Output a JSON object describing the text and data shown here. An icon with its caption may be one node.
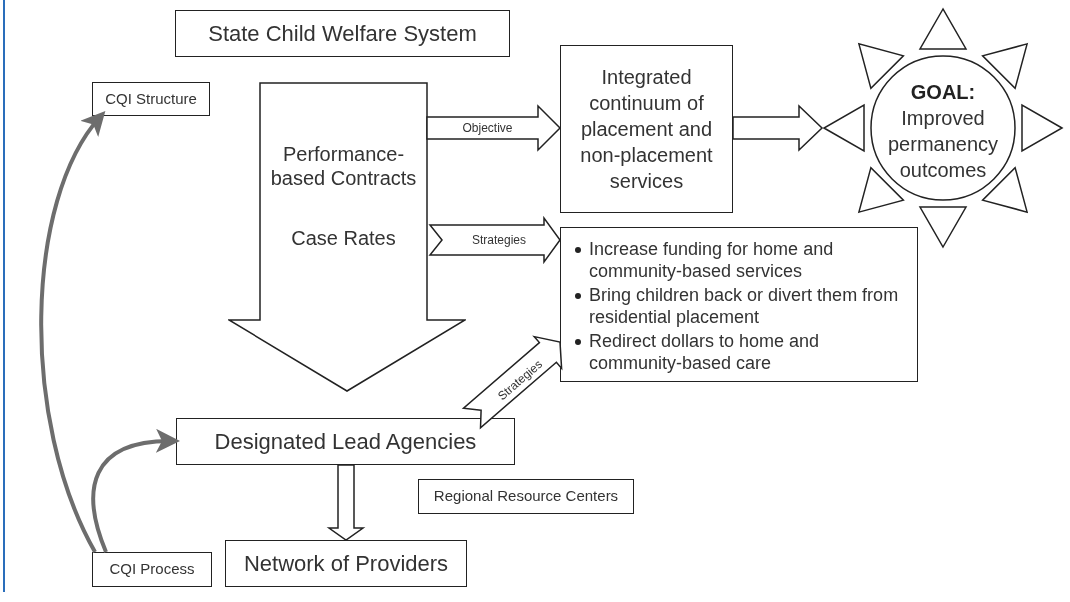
{
  "diagram": {
    "nodes": [
      {
        "text": [
          "State Child Welfare System"
        ]
      },
      {
        "text": [
          "CQI Structure"
        ]
      },
      {
        "text": [
          "Performance-based Contracts",
          "Case Rates"
        ]
      },
      {
        "text": [
          "Integrated continuum of placement and non-placement services"
        ]
      },
      {
        "text": [
          "GOAL:",
          "Improved permanency outcomes"
        ]
      },
      {
        "text": [
          "Increase funding for home and community-based services",
          "Bring children back or divert them from residential placement",
          "Redirect dollars to home and community-based care"
        ]
      },
      {
        "text": [
          "Designated Lead Agencies"
        ]
      },
      {
        "text": [
          "Regional Resource Centers"
        ]
      },
      {
        "text": [
          "CQI Process"
        ]
      },
      {
        "text": [
          "Network of Providers"
        ]
      }
    ],
    "edges": [
      {
        "from": 2,
        "to": 3,
        "arrow": "to",
        "label": "Objective"
      },
      {
        "from": 3,
        "to": 4,
        "arrow": "to"
      },
      {
        "from": 2,
        "to": 5,
        "arrow": "to",
        "label": "Strategies"
      },
      {
        "from": 6,
        "to": 5,
        "arrow": "to",
        "label": "Strategies"
      },
      {
        "from": 6,
        "to": 9,
        "arrow": "to"
      },
      {
        "from": 8,
        "to": 1,
        "arrow": "to",
        "color": "#6d6d6d"
      },
      {
        "from": 8,
        "to": 6,
        "arrow": "to",
        "color": "#6d6d6d"
      }
    ]
  }
}
